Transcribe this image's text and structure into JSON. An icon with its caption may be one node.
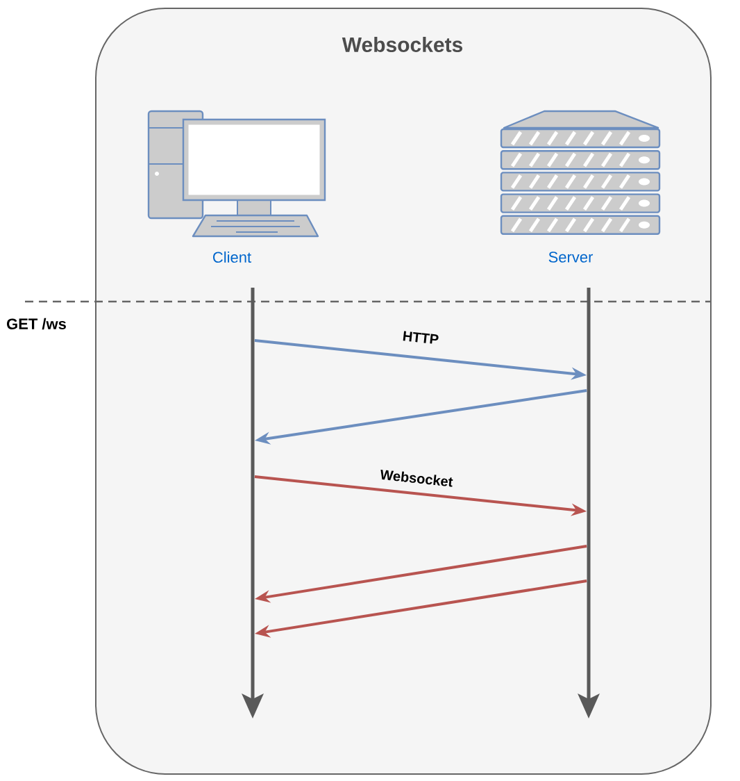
{
  "diagram": {
    "nodes": [
      {
        "text": [
          "Websockets"
        ]
      },
      {
        "text": [
          "Client"
        ],
        "in": 0
      },
      {
        "text": [
          "Server"
        ],
        "in": 0
      },
      {
        "text": [],
        "shape": "bar",
        "in": 0
      },
      {
        "text": [],
        "shape": "bar",
        "in": 0
      }
    ],
    "edges": [
      {
        "from": 3,
        "to": 4,
        "arrow": "to",
        "label": "HTTP",
        "color": "#6c8ebf"
      },
      {
        "from": 4,
        "to": 3,
        "arrow": "to",
        "color": "#6c8ebf"
      },
      {
        "from": 3,
        "to": 4,
        "arrow": "to",
        "label": "Websocket",
        "color": "#b85450"
      },
      {
        "from": 4,
        "to": 3,
        "arrow": "to",
        "color": "#b85450"
      },
      {
        "from": 4,
        "to": 3,
        "arrow": "to",
        "color": "#b85450"
      }
    ],
    "labels": [
      "GET /ws"
    ]
  }
}
